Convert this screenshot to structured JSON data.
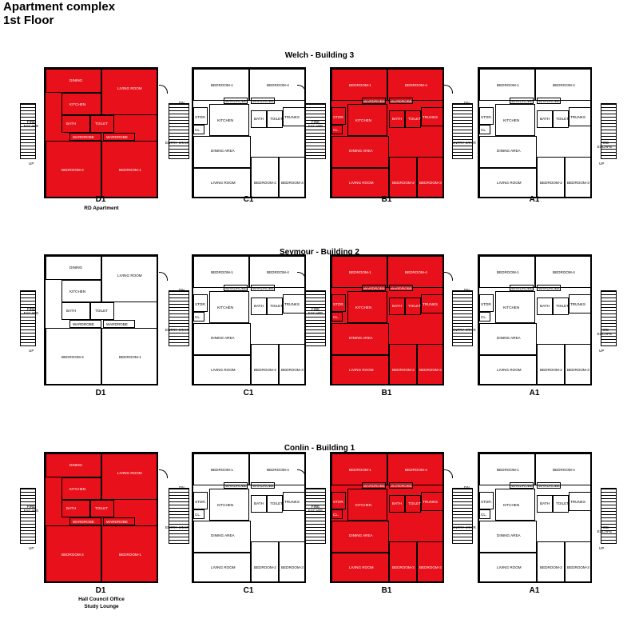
{
  "page": {
    "title_line1": "Apartment complex",
    "title_line2": "1st Floor"
  },
  "colors": {
    "occupied": "#e8101a",
    "line": "#000000",
    "background": "#ffffff"
  },
  "buildings": [
    {
      "title": "Welch - Building 3",
      "units": [
        {
          "label": "D1",
          "note1": "RD Apartment",
          "note2": "",
          "red": true,
          "rooms": [
            "DINING",
            "LIVING ROOM",
            "KITCHEN",
            "BATH",
            "TOILET",
            "WARDROBE",
            "WARDROBE",
            "BEDROOM-2",
            "BEDROOM-1"
          ]
        },
        {
          "label": "C1",
          "note1": "",
          "note2": "",
          "red": false,
          "rooms": [
            "BEDROOM-1",
            "BEDROOM-4",
            "WARDROBE",
            "WARDROBE",
            "KITCHEN",
            "BATH",
            "TOILET",
            "STOR.",
            "TRUNKS",
            "DINING AREA",
            "LIVING ROOM",
            "BEDROOM-2",
            "BEDROOM-3",
            "CL."
          ]
        },
        {
          "label": "B1",
          "note1": "",
          "note2": "",
          "red": true,
          "rooms": [
            "BEDROOM-1",
            "BEDROOM-4",
            "WARDROBE",
            "WARDROBE",
            "KITCHEN",
            "BATH",
            "TOILET",
            "STOR.",
            "TRUNKS",
            "DINING AREA",
            "LIVING ROOM",
            "BEDROOM-2",
            "BEDROOM-3",
            "CL."
          ]
        },
        {
          "label": "A1",
          "note1": "",
          "note2": "",
          "red": false,
          "rooms": [
            "BEDROOM-1",
            "BEDROOM-4",
            "WARDROBE",
            "WARDROBE",
            "KITCHEN",
            "BATH",
            "TOILET",
            "STOR.",
            "TRUNKS",
            "DINING AREA",
            "LIVING ROOM",
            "BEDROOM-2",
            "BEDROOM-3",
            "CL."
          ]
        }
      ]
    },
    {
      "title": "Seymour - Building 2",
      "units": [
        {
          "label": "D1",
          "note1": "",
          "note2": "",
          "red": false,
          "rooms": [
            "DINING",
            "LIVING ROOM",
            "KITCHEN",
            "BATH",
            "TOILET",
            "WARDROBE",
            "WARDROBE",
            "BEDROOM-2",
            "BEDROOM-1"
          ]
        },
        {
          "label": "C1",
          "note1": "",
          "note2": "",
          "red": false,
          "rooms": [
            "BEDROOM-1",
            "BEDROOM-4",
            "WARDROBE",
            "WARDROBE",
            "KITCHEN",
            "BATH",
            "TOILET",
            "STOR.",
            "TRUNKS",
            "DINING AREA",
            "LIVING ROOM",
            "BEDROOM-2",
            "BEDROOM-3",
            "CL."
          ]
        },
        {
          "label": "B1",
          "note1": "",
          "note2": "",
          "red": true,
          "rooms": [
            "BEDROOM-1",
            "BEDROOM-4",
            "WARDROBE",
            "WARDROBE",
            "KITCHEN",
            "BATH",
            "TOILET",
            "STOR.",
            "TRUNKS",
            "DINING AREA",
            "LIVING ROOM",
            "BEDROOM-2",
            "BEDROOM-3",
            "CL."
          ]
        },
        {
          "label": "A1",
          "note1": "",
          "note2": "",
          "red": false,
          "rooms": [
            "BEDROOM-1",
            "BEDROOM-4",
            "WARDROBE",
            "WARDROBE",
            "KITCHEN",
            "BATH",
            "TOILET",
            "STOR.",
            "TRUNKS",
            "DINING AREA",
            "LIVING ROOM",
            "BEDROOM-2",
            "BEDROOM-3",
            "CL."
          ]
        }
      ]
    },
    {
      "title": "Conlin - Building 1",
      "units": [
        {
          "label": "D1",
          "note1": "Hall Council Office",
          "note2": "Study Lounge",
          "red": true,
          "rooms": [
            "DINING",
            "LIVING ROOM",
            "KITCHEN",
            "BATH",
            "TOILET",
            "WARDROBE",
            "WARDROBE",
            "BEDROOM-2",
            "BEDROOM-1"
          ]
        },
        {
          "label": "C1",
          "note1": "",
          "note2": "",
          "red": false,
          "rooms": [
            "BEDROOM-1",
            "BEDROOM-4",
            "WARDROBE",
            "WARDROBE",
            "KITCHEN",
            "BATH",
            "TOILET",
            "STOR.",
            "TRUNKS",
            "DINING AREA",
            "LIVING ROOM",
            "BEDROOM-2",
            "BEDROOM-3",
            "CL."
          ]
        },
        {
          "label": "B1",
          "note1": "",
          "note2": "",
          "red": true,
          "rooms": [
            "BEDROOM-1",
            "BEDROOM-4",
            "WARDROBE",
            "WARDROBE",
            "KITCHEN",
            "BATH",
            "TOILET",
            "STOR.",
            "TRUNKS",
            "DINING AREA",
            "LIVING ROOM",
            "BEDROOM-2",
            "BEDROOM-3",
            "CL."
          ]
        },
        {
          "label": "A1",
          "note1": "",
          "note2": "",
          "red": false,
          "rooms": [
            "BEDROOM-1",
            "BEDROOM-4",
            "WARDROBE",
            "WARDROBE",
            "KITCHEN",
            "BATH",
            "TOILET",
            "STOR.",
            "TRUNKS",
            "DINING AREA",
            "LIVING ROOM",
            "BEDROOM-2",
            "BEDROOM-3",
            "CL."
          ]
        }
      ]
    }
  ],
  "connectors": {
    "fire_escape": "FIRE ESCAPE",
    "entry_stair": "ENTRY STAIR",
    "dn": "DN",
    "up": "UP"
  }
}
